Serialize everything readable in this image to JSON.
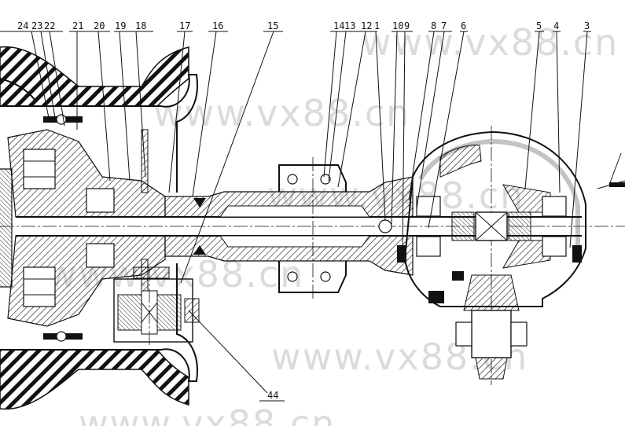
{
  "callouts_top": [
    "24",
    "23",
    "22",
    "21",
    "20",
    "19",
    "18",
    "17",
    "16",
    "15",
    "14",
    "13",
    "12",
    "1",
    "10",
    "9",
    "8",
    "7",
    "6",
    "5",
    "4",
    "3"
  ],
  "callout_bottom": "44",
  "watermarks": [
    "www.vx88.cn",
    "www.vx88.cn",
    "www.vx88.cn",
    "www.vx88.cn",
    "www.vx88.cn",
    "www.vx88.cn"
  ],
  "colors": {
    "line": "#111111",
    "watermark": "#cfcfcf",
    "background": "#ffffff"
  }
}
